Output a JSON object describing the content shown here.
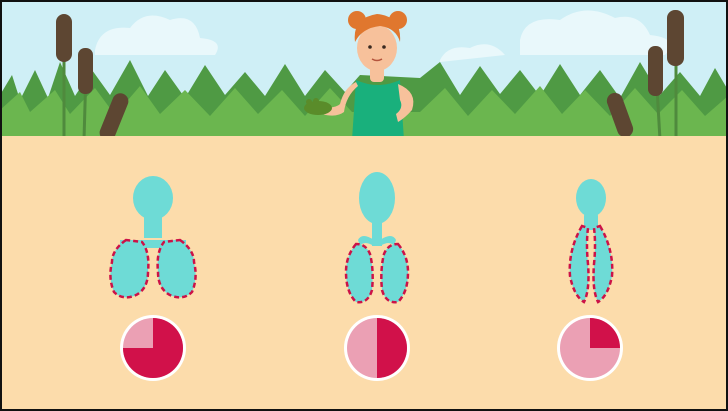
{
  "scene": {
    "colors": {
      "sky": "#cfeff6",
      "cloud": "#e9f8fb",
      "grass_dark": "#4f9a44",
      "grass_light": "#6bb64f",
      "ground": "#fcdcab",
      "cattail": "#5d4632",
      "cattail_stem": "#4f8a3d"
    },
    "character": {
      "hair": "#e0772e",
      "skin": "#f7c19b",
      "shirt": "#19b07c",
      "frog": "#5a8c2a"
    }
  },
  "lung_diagrams": [
    {
      "stage": "alveolar-lungs",
      "icon": "lungs-branched-icon",
      "fill_color": "#6edbd6",
      "outline_color": "#cc1247",
      "pie_fraction": 0.75
    },
    {
      "stage": "sac-lungs",
      "icon": "lungs-folded-icon",
      "fill_color": "#6edbd6",
      "outline_color": "#cc1247",
      "pie_fraction": 0.5
    },
    {
      "stage": "simple-lungs",
      "icon": "lungs-simple-icon",
      "fill_color": "#6edbd6",
      "outline_color": "#cc1247",
      "pie_fraction": 0.25
    }
  ],
  "pie_colors": {
    "filled": "#d1114a",
    "empty": "#eba0b4",
    "ring": "#ffffff"
  }
}
